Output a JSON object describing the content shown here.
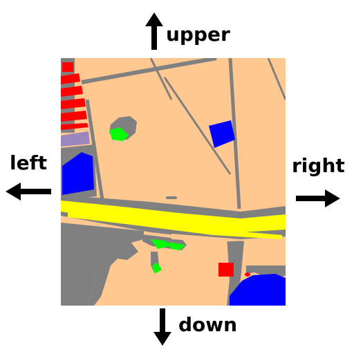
{
  "labels": {
    "top": "upper",
    "bottom": "down",
    "left": "left",
    "right": "right"
  },
  "icons": {
    "top": "arrow-up-icon",
    "bottom": "arrow-down-icon",
    "left": "arrow-left-icon",
    "right": "arrow-right-icon"
  },
  "colors": {
    "land": "#FFC891",
    "road": "#808080",
    "highway": "#FFFF00",
    "building": "#FF0000",
    "water": "#0000FF",
    "vegetation": "#00FF00",
    "industrial": "#9B86C0",
    "arrow": "#000000"
  }
}
